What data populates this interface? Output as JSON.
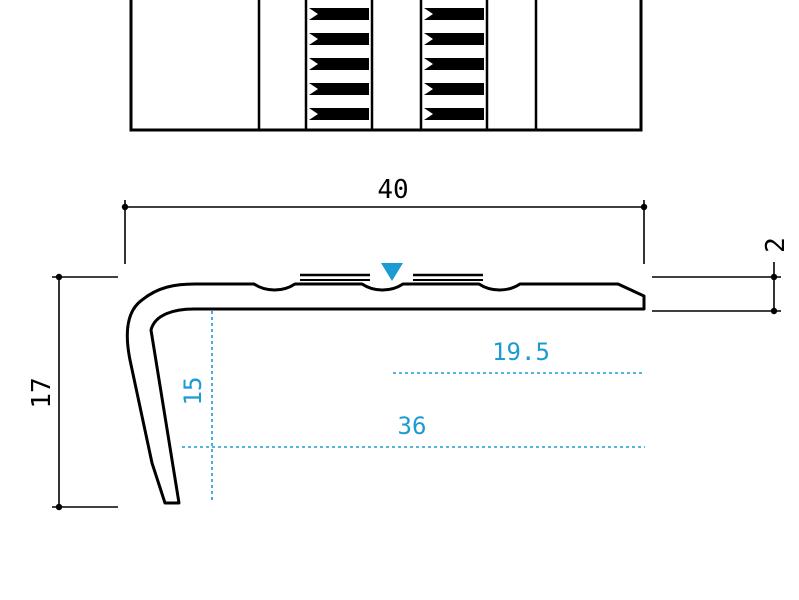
{
  "colors": {
    "line": "#000000",
    "accent": "#1a9bd1",
    "background": "#ffffff"
  },
  "dimensions": {
    "overall_width": "40",
    "overall_height": "17",
    "thickness": "2",
    "inner_leg": "15",
    "tread_half": "19.5",
    "tread_full": "36"
  },
  "icons": {
    "marker": "triangle-down-marker-icon"
  }
}
